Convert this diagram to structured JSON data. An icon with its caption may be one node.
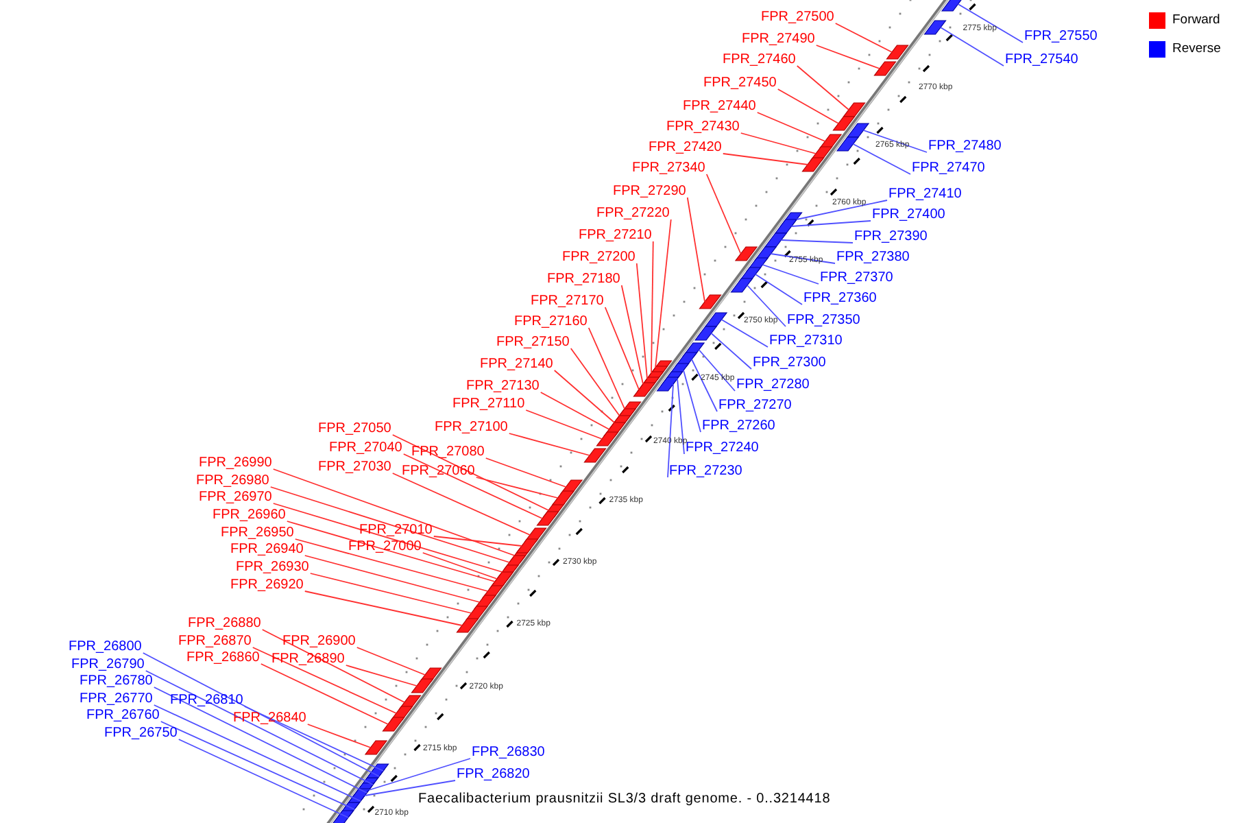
{
  "diagram": {
    "caption": "Faecalibacterium prausnitzii SL3/3 draft genome. - 0..3214418",
    "nodes": [
      {
        "text": [
          "FPR_27500"
        ]
      },
      {
        "text": [
          "FPR_27550"
        ]
      },
      {
        "text": [
          "FPR_27490"
        ]
      },
      {
        "text": [
          "FPR_27540"
        ]
      },
      {
        "text": [
          "FPR_27460"
        ]
      },
      {
        "text": [
          "FPR_27450"
        ]
      },
      {
        "text": [
          "FPR_27440"
        ]
      },
      {
        "text": [
          "FPR_27430"
        ]
      },
      {
        "text": [
          "FPR_27480"
        ]
      },
      {
        "text": [
          "FPR_27420"
        ]
      },
      {
        "text": [
          "FPR_27340"
        ]
      },
      {
        "text": [
          "FPR_27470"
        ]
      },
      {
        "text": [
          "FPR_27290"
        ]
      },
      {
        "text": [
          "FPR_27410"
        ]
      },
      {
        "text": [
          "FPR_27220"
        ]
      },
      {
        "text": [
          "FPR_27400"
        ]
      },
      {
        "text": [
          "FPR_27210"
        ]
      },
      {
        "text": [
          "FPR_27390"
        ]
      },
      {
        "text": [
          "FPR_27200"
        ]
      },
      {
        "text": [
          "FPR_27380"
        ]
      },
      {
        "text": [
          "FPR_27370"
        ]
      },
      {
        "text": [
          "FPR_27180"
        ]
      },
      {
        "text": [
          "FPR_27360"
        ]
      },
      {
        "text": [
          "FPR_27170"
        ]
      },
      {
        "text": [
          "FPR_27350"
        ]
      },
      {
        "text": [
          "FPR_27160"
        ]
      },
      {
        "text": [
          "FPR_27310"
        ]
      },
      {
        "text": [
          "FPR_27150"
        ]
      },
      {
        "text": [
          "FPR_27300"
        ]
      },
      {
        "text": [
          "FPR_27140"
        ]
      },
      {
        "text": [
          "FPR_27280"
        ]
      },
      {
        "text": [
          "FPR_27130"
        ]
      },
      {
        "text": [
          "FPR_27110"
        ]
      },
      {
        "text": [
          "FPR_27270"
        ]
      },
      {
        "text": [
          "FPR_27260"
        ]
      },
      {
        "text": [
          "FPR_27100"
        ]
      },
      {
        "text": [
          "FPR_27050"
        ]
      },
      {
        "text": [
          "FPR_27240"
        ]
      },
      {
        "text": [
          "FPR_27040"
        ]
      },
      {
        "text": [
          "FPR_27080"
        ]
      },
      {
        "text": [
          "FPR_26990"
        ]
      },
      {
        "text": [
          "FPR_27030"
        ]
      },
      {
        "text": [
          "FPR_27230"
        ]
      },
      {
        "text": [
          "FPR_27060"
        ]
      },
      {
        "text": [
          "FPR_26980"
        ]
      },
      {
        "text": [
          "FPR_26970"
        ]
      },
      {
        "text": [
          "FPR_26960"
        ]
      },
      {
        "text": [
          "FPR_27010"
        ]
      },
      {
        "text": [
          "FPR_26950"
        ]
      },
      {
        "text": [
          "FPR_27000"
        ]
      },
      {
        "text": [
          "FPR_26940"
        ]
      },
      {
        "text": [
          "FPR_26930"
        ]
      },
      {
        "text": [
          "FPR_26920"
        ]
      },
      {
        "text": [
          "FPR_26880"
        ]
      },
      {
        "text": [
          "FPR_26870"
        ]
      },
      {
        "text": [
          "FPR_26900"
        ]
      },
      {
        "text": [
          "FPR_26800"
        ]
      },
      {
        "text": [
          "FPR_26860"
        ]
      },
      {
        "text": [
          "FPR_26890"
        ]
      },
      {
        "text": [
          "FPR_26790"
        ]
      },
      {
        "text": [
          "FPR_26780"
        ]
      },
      {
        "text": [
          "FPR_26770"
        ]
      },
      {
        "text": [
          "FPR_26810"
        ]
      },
      {
        "text": [
          "FPR_26760"
        ]
      },
      {
        "text": [
          "FPR_26840"
        ]
      },
      {
        "text": [
          "FPR_26750"
        ]
      },
      {
        "text": [
          "FPR_26830"
        ]
      },
      {
        "text": [
          "FPR_26820"
        ]
      },
      {
        "text": [],
        "shape": "bar"
      },
      {
        "text": [],
        "shape": "bar"
      },
      {
        "text": [],
        "shape": "bar"
      },
      {
        "text": [],
        "shape": "bar"
      },
      {
        "text": [],
        "shape": "bar"
      },
      {
        "text": [],
        "shape": "bar"
      },
      {
        "text": [],
        "shape": "bar"
      },
      {
        "text": [],
        "shape": "bar"
      },
      {
        "text": [],
        "shape": "bar"
      },
      {
        "text": [],
        "shape": "bar"
      },
      {
        "text": [],
        "shape": "bar"
      },
      {
        "text": [],
        "shape": "bar"
      },
      {
        "text": [],
        "shape": "bar"
      },
      {
        "text": [],
        "shape": "bar"
      },
      {
        "text": [],
        "shape": "bar"
      },
      {
        "text": [],
        "shape": "bar"
      },
      {
        "text": [],
        "shape": "bar"
      },
      {
        "text": [],
        "shape": "bar"
      },
      {
        "text": [],
        "shape": "bar"
      },
      {
        "text": [],
        "shape": "bar"
      },
      {
        "text": [],
        "shape": "bar"
      },
      {
        "text": [],
        "shape": "bar"
      },
      {
        "text": [],
        "shape": "bar"
      },
      {
        "text": [],
        "shape": "bar"
      },
      {
        "text": [],
        "shape": "bar"
      },
      {
        "text": [],
        "shape": "bar"
      },
      {
        "text": [],
        "shape": "bar"
      },
      {
        "text": [],
        "shape": "bar"
      },
      {
        "text": [],
        "shape": "bar"
      },
      {
        "text": [],
        "shape": "bar"
      },
      {
        "text": [],
        "shape": "bar"
      },
      {
        "text": [],
        "shape": "bar"
      },
      {
        "text": [],
        "shape": "bar"
      },
      {
        "text": [],
        "shape": "bar"
      },
      {
        "text": [],
        "shape": "bar"
      },
      {
        "text": [],
        "shape": "bar"
      },
      {
        "text": [],
        "shape": "bar"
      },
      {
        "text": [],
        "shape": "bar"
      },
      {
        "text": [],
        "shape": "bar"
      },
      {
        "text": [],
        "shape": "bar"
      },
      {
        "text": [],
        "shape": "bar"
      },
      {
        "text": [],
        "shape": "bar"
      },
      {
        "text": [],
        "shape": "bar"
      },
      {
        "text": [],
        "shape": "bar"
      },
      {
        "text": [],
        "shape": "bar"
      },
      {
        "text": [],
        "shape": "bar"
      },
      {
        "text": [],
        "shape": "bar"
      },
      {
        "text": [],
        "shape": "bar"
      },
      {
        "text": [],
        "shape": "bar"
      },
      {
        "text": [],
        "shape": "bar"
      },
      {
        "text": [],
        "shape": "bar"
      },
      {
        "text": [],
        "shape": "bar"
      },
      {
        "text": [],
        "shape": "bar"
      },
      {
        "text": [],
        "shape": "bar"
      },
      {
        "text": [],
        "shape": "bar"
      },
      {
        "text": [],
        "shape": "bar"
      },
      {
        "text": [],
        "shape": "bar"
      },
      {
        "text": [],
        "shape": "bar"
      },
      {
        "text": [],
        "shape": "bar"
      },
      {
        "text": [],
        "shape": "bar"
      },
      {
        "text": [],
        "shape": "bar"
      },
      {
        "text": [],
        "shape": "bar"
      },
      {
        "text": [],
        "shape": "bar"
      },
      {
        "text": [],
        "shape": "bar"
      },
      {
        "text": [],
        "shape": "bar"
      },
      {
        "text": [],
        "shape": "bar"
      },
      {
        "text": [],
        "shape": "bar"
      },
      {
        "text": [],
        "shape": "bar"
      }
    ],
    "edges": [
      {
        "from": 0,
        "to": 68,
        "arrow": "none"
      },
      {
        "from": 1,
        "to": 69,
        "arrow": "none",
        "color": "#5050ff"
      },
      {
        "from": 2,
        "to": 70,
        "arrow": "none"
      },
      {
        "from": 3,
        "to": 71,
        "arrow": "none",
        "color": "#5050ff"
      },
      {
        "from": 4,
        "to": 72,
        "arrow": "none"
      },
      {
        "from": 5,
        "to": 73,
        "arrow": "none"
      },
      {
        "from": 6,
        "to": 74,
        "arrow": "none"
      },
      {
        "from": 7,
        "to": 75,
        "arrow": "none"
      },
      {
        "from": 8,
        "to": 76,
        "arrow": "none",
        "color": "#5050ff"
      },
      {
        "from": 9,
        "to": 77,
        "arrow": "none"
      },
      {
        "from": 10,
        "to": 78,
        "arrow": "none"
      },
      {
        "from": 11,
        "to": 79,
        "arrow": "none",
        "color": "#5050ff"
      },
      {
        "from": 12,
        "to": 80,
        "arrow": "none"
      },
      {
        "from": 13,
        "to": 81,
        "arrow": "none",
        "color": "#5050ff"
      },
      {
        "from": 14,
        "to": 82,
        "arrow": "none"
      },
      {
        "from": 15,
        "to": 83,
        "arrow": "none",
        "color": "#5050ff"
      },
      {
        "from": 16,
        "to": 84,
        "arrow": "none"
      },
      {
        "from": 17,
        "to": 85,
        "arrow": "none",
        "color": "#5050ff"
      },
      {
        "from": 18,
        "to": 86,
        "arrow": "none"
      },
      {
        "from": 19,
        "to": 87,
        "arrow": "none",
        "color": "#5050ff"
      },
      {
        "from": 20,
        "to": 88,
        "arrow": "none",
        "color": "#5050ff"
      },
      {
        "from": 21,
        "to": 89,
        "arrow": "none"
      },
      {
        "from": 22,
        "to": 90,
        "arrow": "none",
        "color": "#5050ff"
      },
      {
        "from": 23,
        "to": 91,
        "arrow": "none"
      },
      {
        "from": 24,
        "to": 92,
        "arrow": "none",
        "color": "#5050ff"
      },
      {
        "from": 25,
        "to": 93,
        "arrow": "none"
      },
      {
        "from": 26,
        "to": 94,
        "arrow": "none",
        "color": "#5050ff"
      },
      {
        "from": 27,
        "to": 95,
        "arrow": "none"
      },
      {
        "from": 28,
        "to": 96,
        "arrow": "none",
        "color": "#5050ff"
      },
      {
        "from": 29,
        "to": 97,
        "arrow": "none"
      },
      {
        "from": 30,
        "to": 98,
        "arrow": "none",
        "color": "#5050ff"
      },
      {
        "from": 31,
        "to": 99,
        "arrow": "none"
      },
      {
        "from": 32,
        "to": 100,
        "arrow": "none"
      },
      {
        "from": 33,
        "to": 101,
        "arrow": "none",
        "color": "#5050ff"
      },
      {
        "from": 34,
        "to": 102,
        "arrow": "none",
        "color": "#5050ff"
      },
      {
        "from": 35,
        "to": 103,
        "arrow": "none"
      },
      {
        "from": 36,
        "to": 104,
        "arrow": "none"
      },
      {
        "from": 37,
        "to": 105,
        "arrow": "none",
        "color": "#5050ff"
      },
      {
        "from": 38,
        "to": 106,
        "arrow": "none"
      },
      {
        "from": 39,
        "to": 107,
        "arrow": "none"
      },
      {
        "from": 40,
        "to": 108,
        "arrow": "none"
      },
      {
        "from": 41,
        "to": 109,
        "arrow": "none"
      },
      {
        "from": 42,
        "to": 110,
        "arrow": "none",
        "color": "#5050ff"
      },
      {
        "from": 43,
        "to": 111,
        "arrow": "none"
      },
      {
        "from": 44,
        "to": 112,
        "arrow": "none"
      },
      {
        "from": 45,
        "to": 113,
        "arrow": "none"
      },
      {
        "from": 46,
        "to": 114,
        "arrow": "none"
      },
      {
        "from": 47,
        "to": 115,
        "arrow": "none"
      },
      {
        "from": 48,
        "to": 116,
        "arrow": "none"
      },
      {
        "from": 49,
        "to": 117,
        "arrow": "none"
      },
      {
        "from": 50,
        "to": 118,
        "arrow": "none"
      },
      {
        "from": 51,
        "to": 119,
        "arrow": "none"
      },
      {
        "from": 52,
        "to": 120,
        "arrow": "none"
      },
      {
        "from": 53,
        "to": 121,
        "arrow": "none"
      },
      {
        "from": 54,
        "to": 122,
        "arrow": "none"
      },
      {
        "from": 55,
        "to": 123,
        "arrow": "none"
      },
      {
        "from": 56,
        "to": 124,
        "arrow": "none",
        "color": "#5050ff"
      },
      {
        "from": 57,
        "to": 125,
        "arrow": "none"
      },
      {
        "from": 58,
        "to": 126,
        "arrow": "none"
      },
      {
        "from": 59,
        "to": 127,
        "arrow": "none",
        "color": "#5050ff"
      },
      {
        "from": 60,
        "to": 128,
        "arrow": "none",
        "color": "#5050ff"
      },
      {
        "from": 61,
        "to": 129,
        "arrow": "none",
        "color": "#5050ff"
      },
      {
        "from": 62,
        "to": 130,
        "arrow": "none",
        "color": "#5050ff"
      },
      {
        "from": 63,
        "to": 131,
        "arrow": "none",
        "color": "#5050ff"
      },
      {
        "from": 64,
        "to": 132,
        "arrow": "none"
      },
      {
        "from": 65,
        "to": 133,
        "arrow": "none",
        "color": "#5050ff"
      },
      {
        "from": 66,
        "to": 134,
        "arrow": "none",
        "color": "#5050ff"
      },
      {
        "from": 67,
        "to": 135,
        "arrow": "none",
        "color": "#5050ff"
      }
    ],
    "labels": [
      "2775 kbp",
      "2770 kbp",
      "2765 kbp",
      "2760 kbp",
      "2755 kbp",
      "2750 kbp",
      "2745 kbp",
      "2740 kbp",
      "2735 kbp",
      "2730 kbp",
      "2725 kbp",
      "2720 kbp",
      "2715 kbp",
      "2710 kbp"
    ],
    "legend": [
      {
        "text": "Forward",
        "color": "#ff0000"
      },
      {
        "text": "Reverse",
        "color": "#0000ff"
      }
    ]
  }
}
